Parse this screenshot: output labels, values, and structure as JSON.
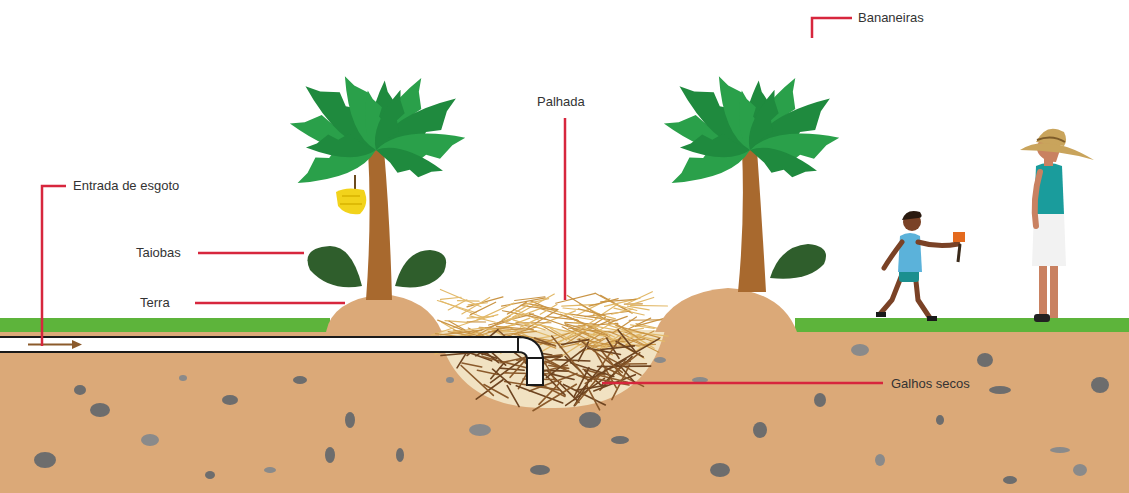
{
  "diagram": {
    "labels": [
      "Bananeiras",
      "Palhada",
      "Entrada de esgoto",
      "Taiobas",
      "Terra",
      "Galhos secos"
    ]
  }
}
